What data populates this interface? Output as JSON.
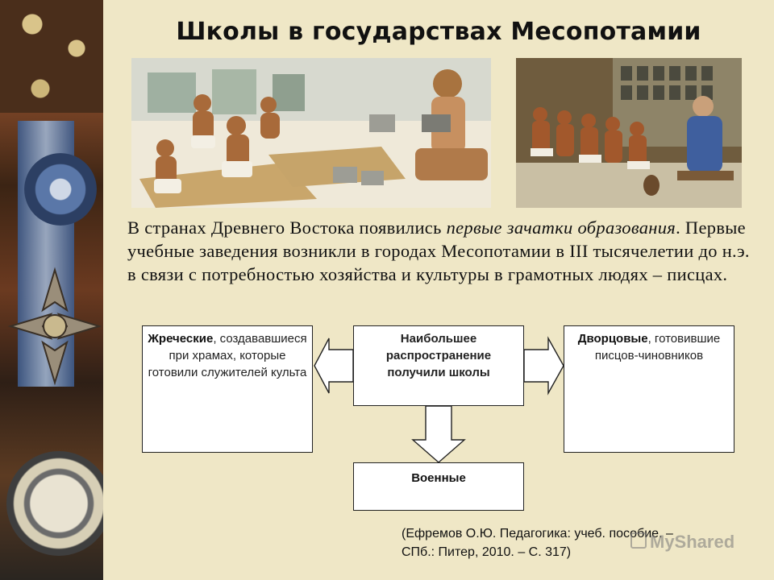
{
  "title": "Школы в государствах Месопотамии",
  "images": {
    "left": "sumerian-school-illustration",
    "right": "scribes-school-illustration"
  },
  "paragraph": {
    "part1": "В странах Древнего Востока появились ",
    "emphasis": "первые зачатки образования",
    "part2": ". Первые учебные заведения возникли в городах Месопотамии в III тысячелетии до н.э. в связи с потребностью хозяйства и культуры в грамотных людях – писцах."
  },
  "diagram": {
    "left": {
      "bold": "Жреческие",
      "text": ", создававшиеся при храмах, которые готовили служителей культа"
    },
    "center": {
      "text": "Наибольшее распространение получили школы"
    },
    "right": {
      "bold": "Дворцовые",
      "text": ", готовившие писцов-чиновников"
    },
    "bottom": {
      "bold": "Военные"
    }
  },
  "citation": {
    "line1": "(Ефремов О.Ю. Педагогика: учеб. пособие. –",
    "line2": "СПб.: Питер, 2010. – С. 317)"
  },
  "watermark": "MyShared",
  "colors": {
    "background": "#efe7c6",
    "box": "#ffffff",
    "border": "#222222"
  }
}
